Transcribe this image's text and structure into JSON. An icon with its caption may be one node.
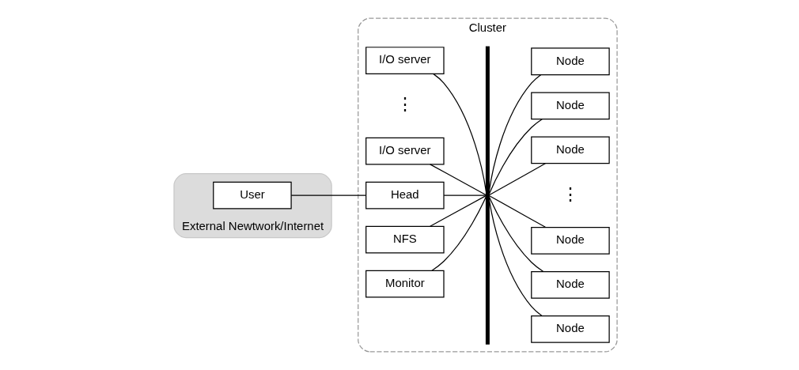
{
  "diagram": {
    "nodes": [
      {
        "text": [
          "External Newtwork/Internet"
        ]
      },
      {
        "text": [
          "User"
        ],
        "in": 0
      },
      {
        "text": [
          "Cluster"
        ]
      },
      {
        "text": [
          "Monitor"
        ],
        "in": 2
      },
      {
        "text": [
          "NFS"
        ],
        "in": 2
      },
      {
        "text": [
          "Head"
        ],
        "in": 2
      },
      {
        "text": [
          "I/O server"
        ],
        "in": 2
      },
      {
        "text": [
          "I/O server"
        ],
        "in": 2
      },
      {
        "text": [],
        "shape": "bar",
        "in": 2
      },
      {
        "text": [
          "Node"
        ],
        "in": 2
      },
      {
        "text": [
          "Node"
        ],
        "in": 2
      },
      {
        "text": [
          "Node"
        ],
        "in": 2
      },
      {
        "text": [
          "Node"
        ],
        "in": 2
      },
      {
        "text": [
          "Node"
        ],
        "in": 2
      },
      {
        "text": [
          "Node"
        ],
        "in": 2
      }
    ],
    "edges": [
      {
        "from": 1,
        "to": 5,
        "arrow": "none"
      },
      {
        "from": 3,
        "to": 8,
        "arrow": "none"
      },
      {
        "from": 4,
        "to": 8,
        "arrow": "none"
      },
      {
        "from": 5,
        "to": 8,
        "arrow": "none"
      },
      {
        "from": 6,
        "to": 8,
        "arrow": "none"
      },
      {
        "from": 7,
        "to": 8,
        "arrow": "none"
      },
      {
        "from": 8,
        "to": 9,
        "arrow": "none"
      },
      {
        "from": 8,
        "to": 10,
        "arrow": "none"
      },
      {
        "from": 8,
        "to": 11,
        "arrow": "none"
      },
      {
        "from": 8,
        "to": 12,
        "arrow": "none"
      },
      {
        "from": 8,
        "to": 13,
        "arrow": "none"
      },
      {
        "from": 8,
        "to": 14,
        "arrow": "none"
      }
    ],
    "labels": [
      "⋮",
      "⋮"
    ]
  }
}
